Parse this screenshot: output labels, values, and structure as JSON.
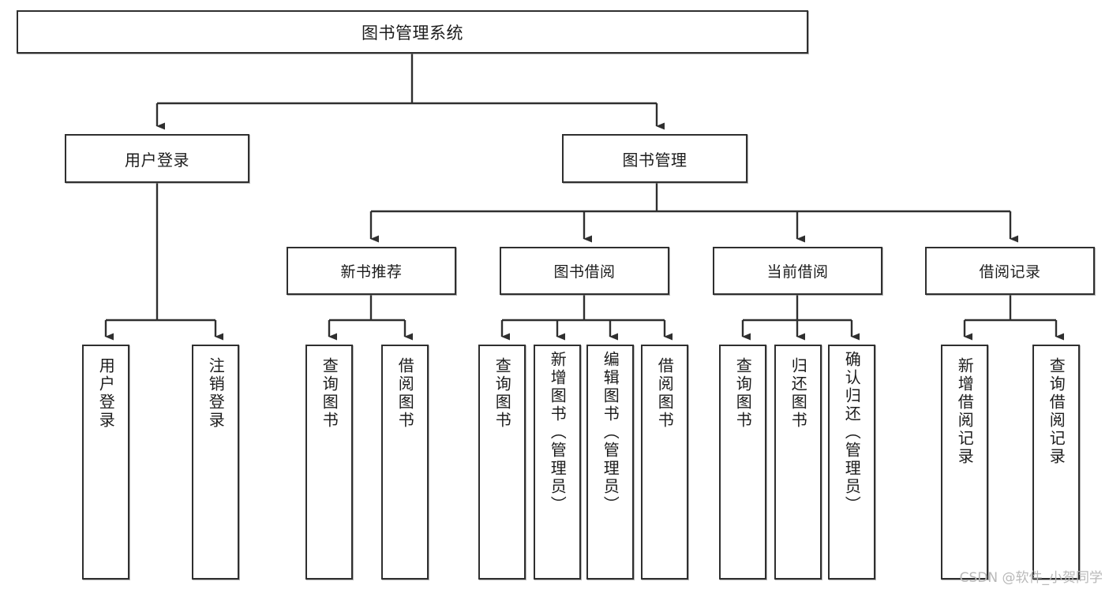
{
  "diagram": {
    "title": "图书管理系统",
    "type": "functional-structure-tree",
    "colors": {
      "box_border": "#2f2f2f",
      "box_fill": "#ffffff",
      "edge": "#2f2f2f",
      "text": "#1c1c1c",
      "watermark": "#b9b9b9"
    },
    "root": {
      "label": "图书管理系统"
    },
    "level2": [
      {
        "label": "用户登录"
      },
      {
        "label": "图书管理"
      }
    ],
    "level3": [
      {
        "label": "新书推荐"
      },
      {
        "label": "图书借阅"
      },
      {
        "label": "当前借阅"
      },
      {
        "label": "借阅记录"
      }
    ],
    "leaves": {
      "user_login": [
        {
          "label": "用户登录"
        },
        {
          "label": "注销登录"
        }
      ],
      "new_book_recommend": [
        {
          "label": "查询图书"
        },
        {
          "label": "借阅图书"
        }
      ],
      "book_borrow": [
        {
          "label": "查询图书"
        },
        {
          "label": "新增图书（管理员）"
        },
        {
          "label": "编辑图书（管理员）"
        },
        {
          "label": "借阅图书"
        }
      ],
      "current_borrow": [
        {
          "label": "查询图书"
        },
        {
          "label": "归还图书"
        },
        {
          "label": "确认归还（管理员）"
        }
      ],
      "borrow_record": [
        {
          "label": "新增借阅记录"
        },
        {
          "label": "查询借阅记录"
        }
      ]
    }
  },
  "watermark": {
    "text": "CSDN @软件_小贺同学"
  }
}
